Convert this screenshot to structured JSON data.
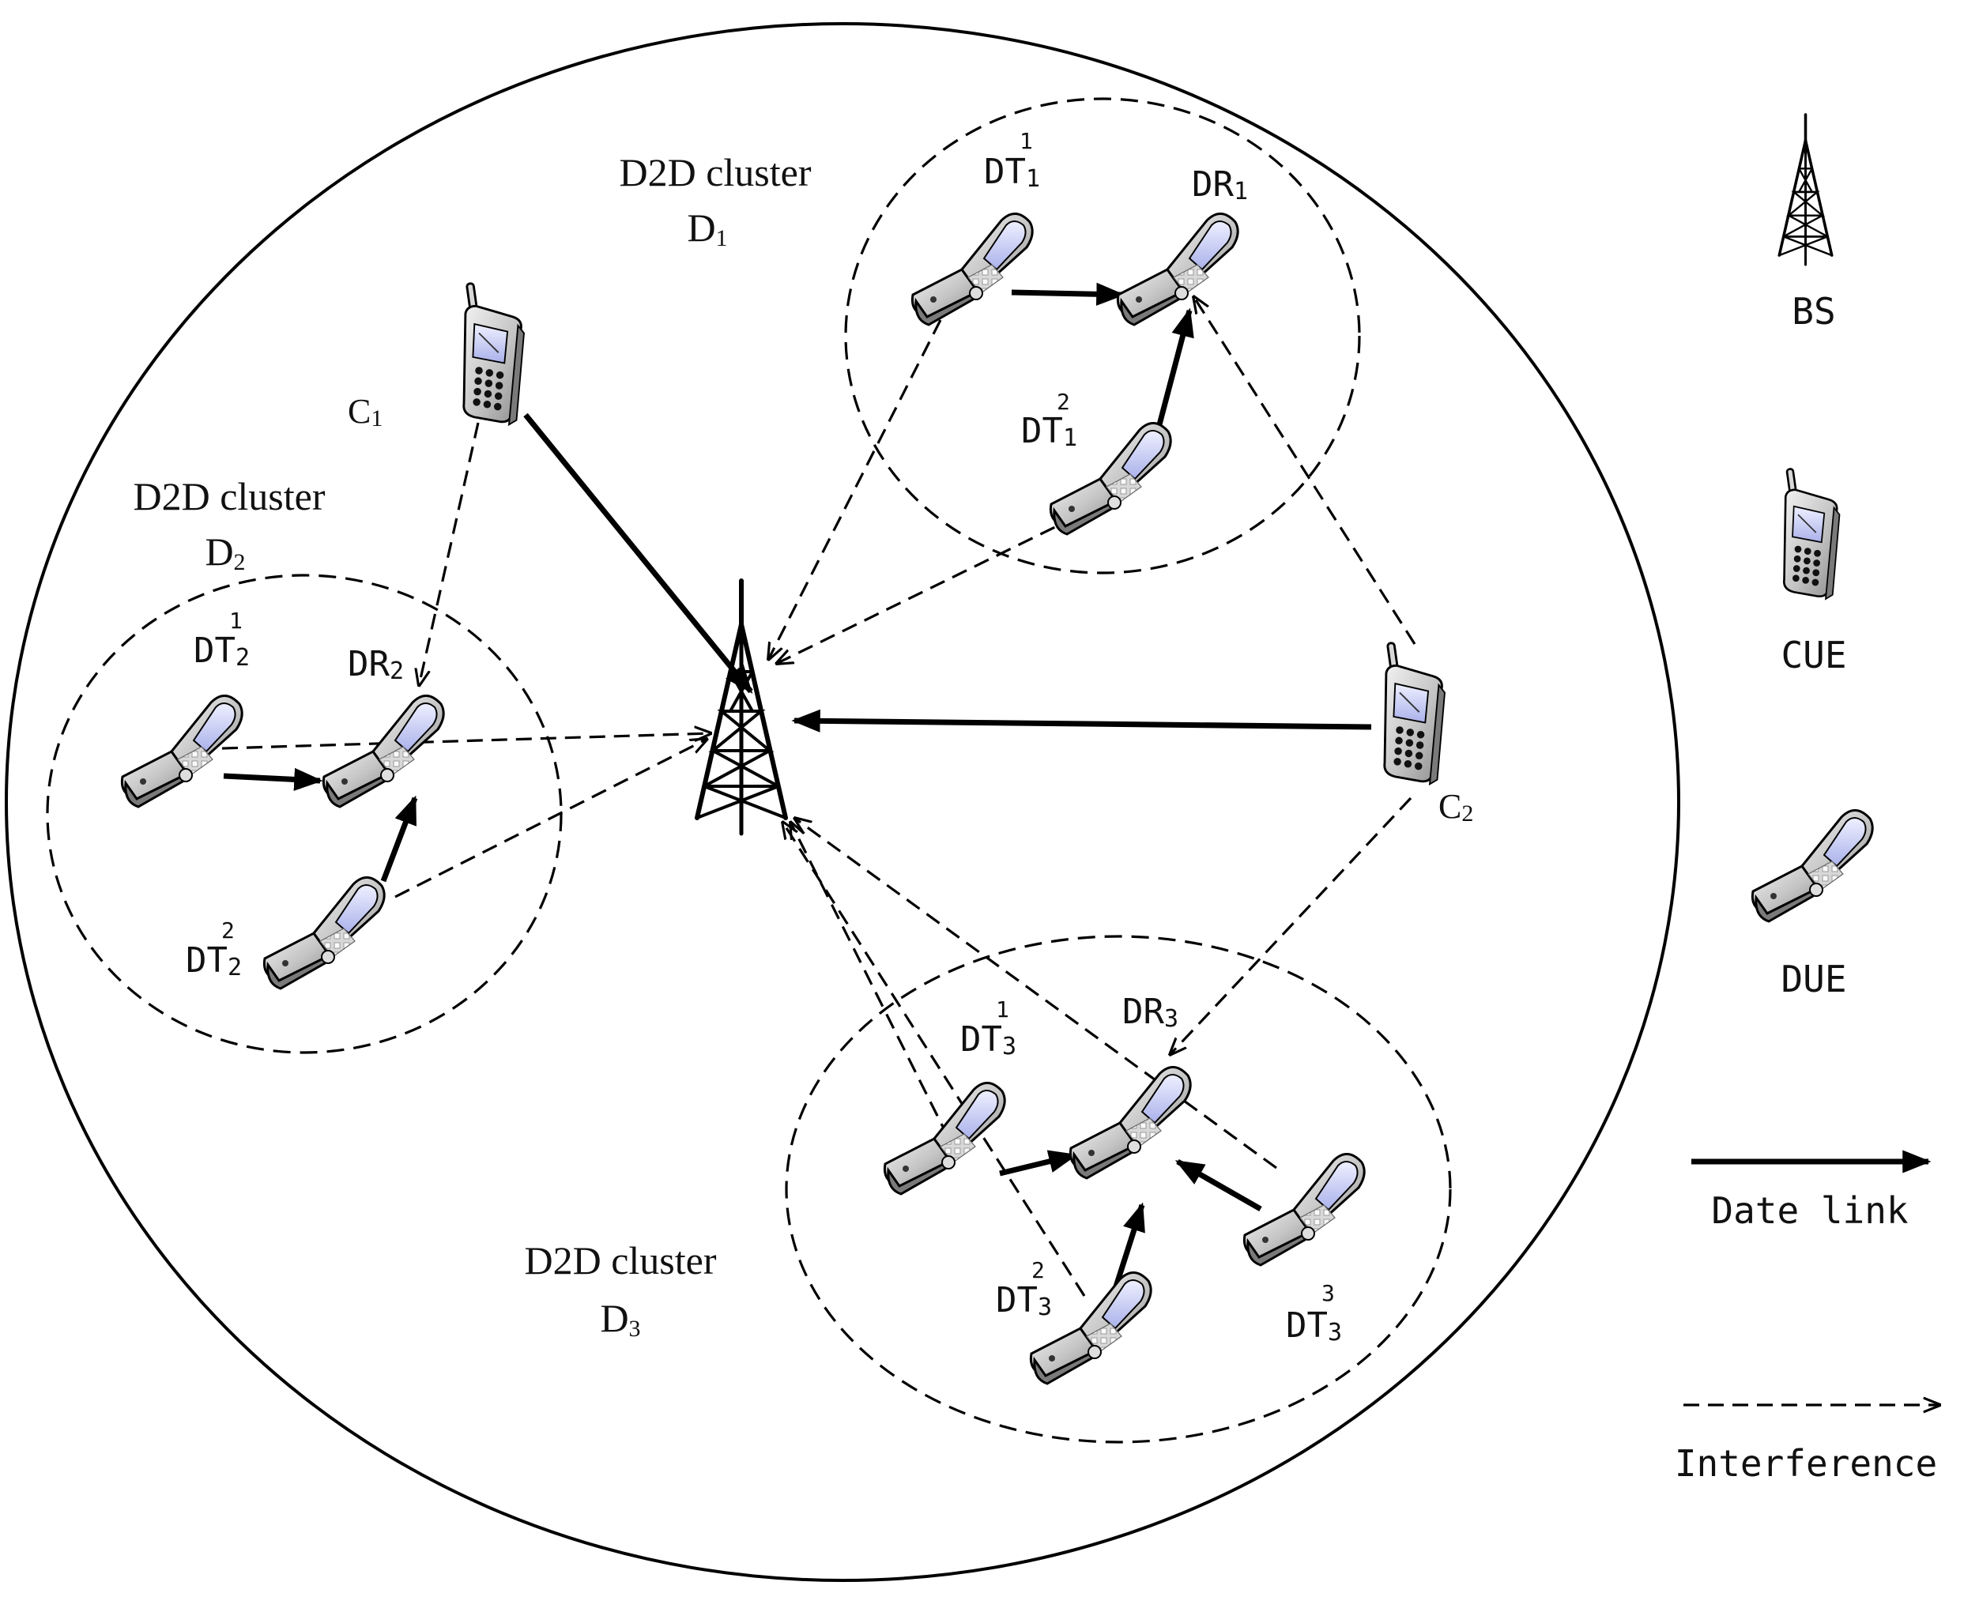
{
  "clusters": [
    {
      "id": "D1",
      "title": "D2D cluster",
      "name": "D",
      "index": "1"
    },
    {
      "id": "D2",
      "title": "D2D cluster",
      "name": "D",
      "index": "2"
    },
    {
      "id": "D3",
      "title": "D2D cluster",
      "name": "D",
      "index": "3"
    }
  ],
  "cues": [
    {
      "id": "C1",
      "name": "C",
      "index": "1"
    },
    {
      "id": "C2",
      "name": "C",
      "index": "2"
    }
  ],
  "dues": {
    "dt1_1": {
      "base": "DT",
      "sub": "1",
      "sup": "1"
    },
    "dr1": {
      "base": "DR",
      "sub": "1"
    },
    "dt1_2": {
      "base": "DT",
      "sub": "1",
      "sup": "2"
    },
    "dt2_1": {
      "base": "DT",
      "sub": "2",
      "sup": "1"
    },
    "dr2": {
      "base": "DR",
      "sub": "2"
    },
    "dt2_2": {
      "base": "DT",
      "sub": "2",
      "sup": "2"
    },
    "dt3_1": {
      "base": "DT",
      "sub": "3",
      "sup": "1"
    },
    "dr3": {
      "base": "DR",
      "sub": "3"
    },
    "dt3_2": {
      "base": "DT",
      "sub": "3",
      "sup": "2"
    },
    "dt3_3": {
      "base": "DT",
      "sub": "3",
      "sup": "3"
    }
  },
  "legend": {
    "bs": "BS",
    "cue": "CUE",
    "due": "DUE",
    "data_link": "Date link",
    "interference": "Interference"
  },
  "icons": {
    "base_station": "cell-tower-icon",
    "cue": "candybar-phone-icon",
    "due": "flip-phone-icon"
  },
  "colors": {
    "line": "#000000",
    "phone_body": "#cfcfcf",
    "phone_screen": "#c9ccf2"
  }
}
